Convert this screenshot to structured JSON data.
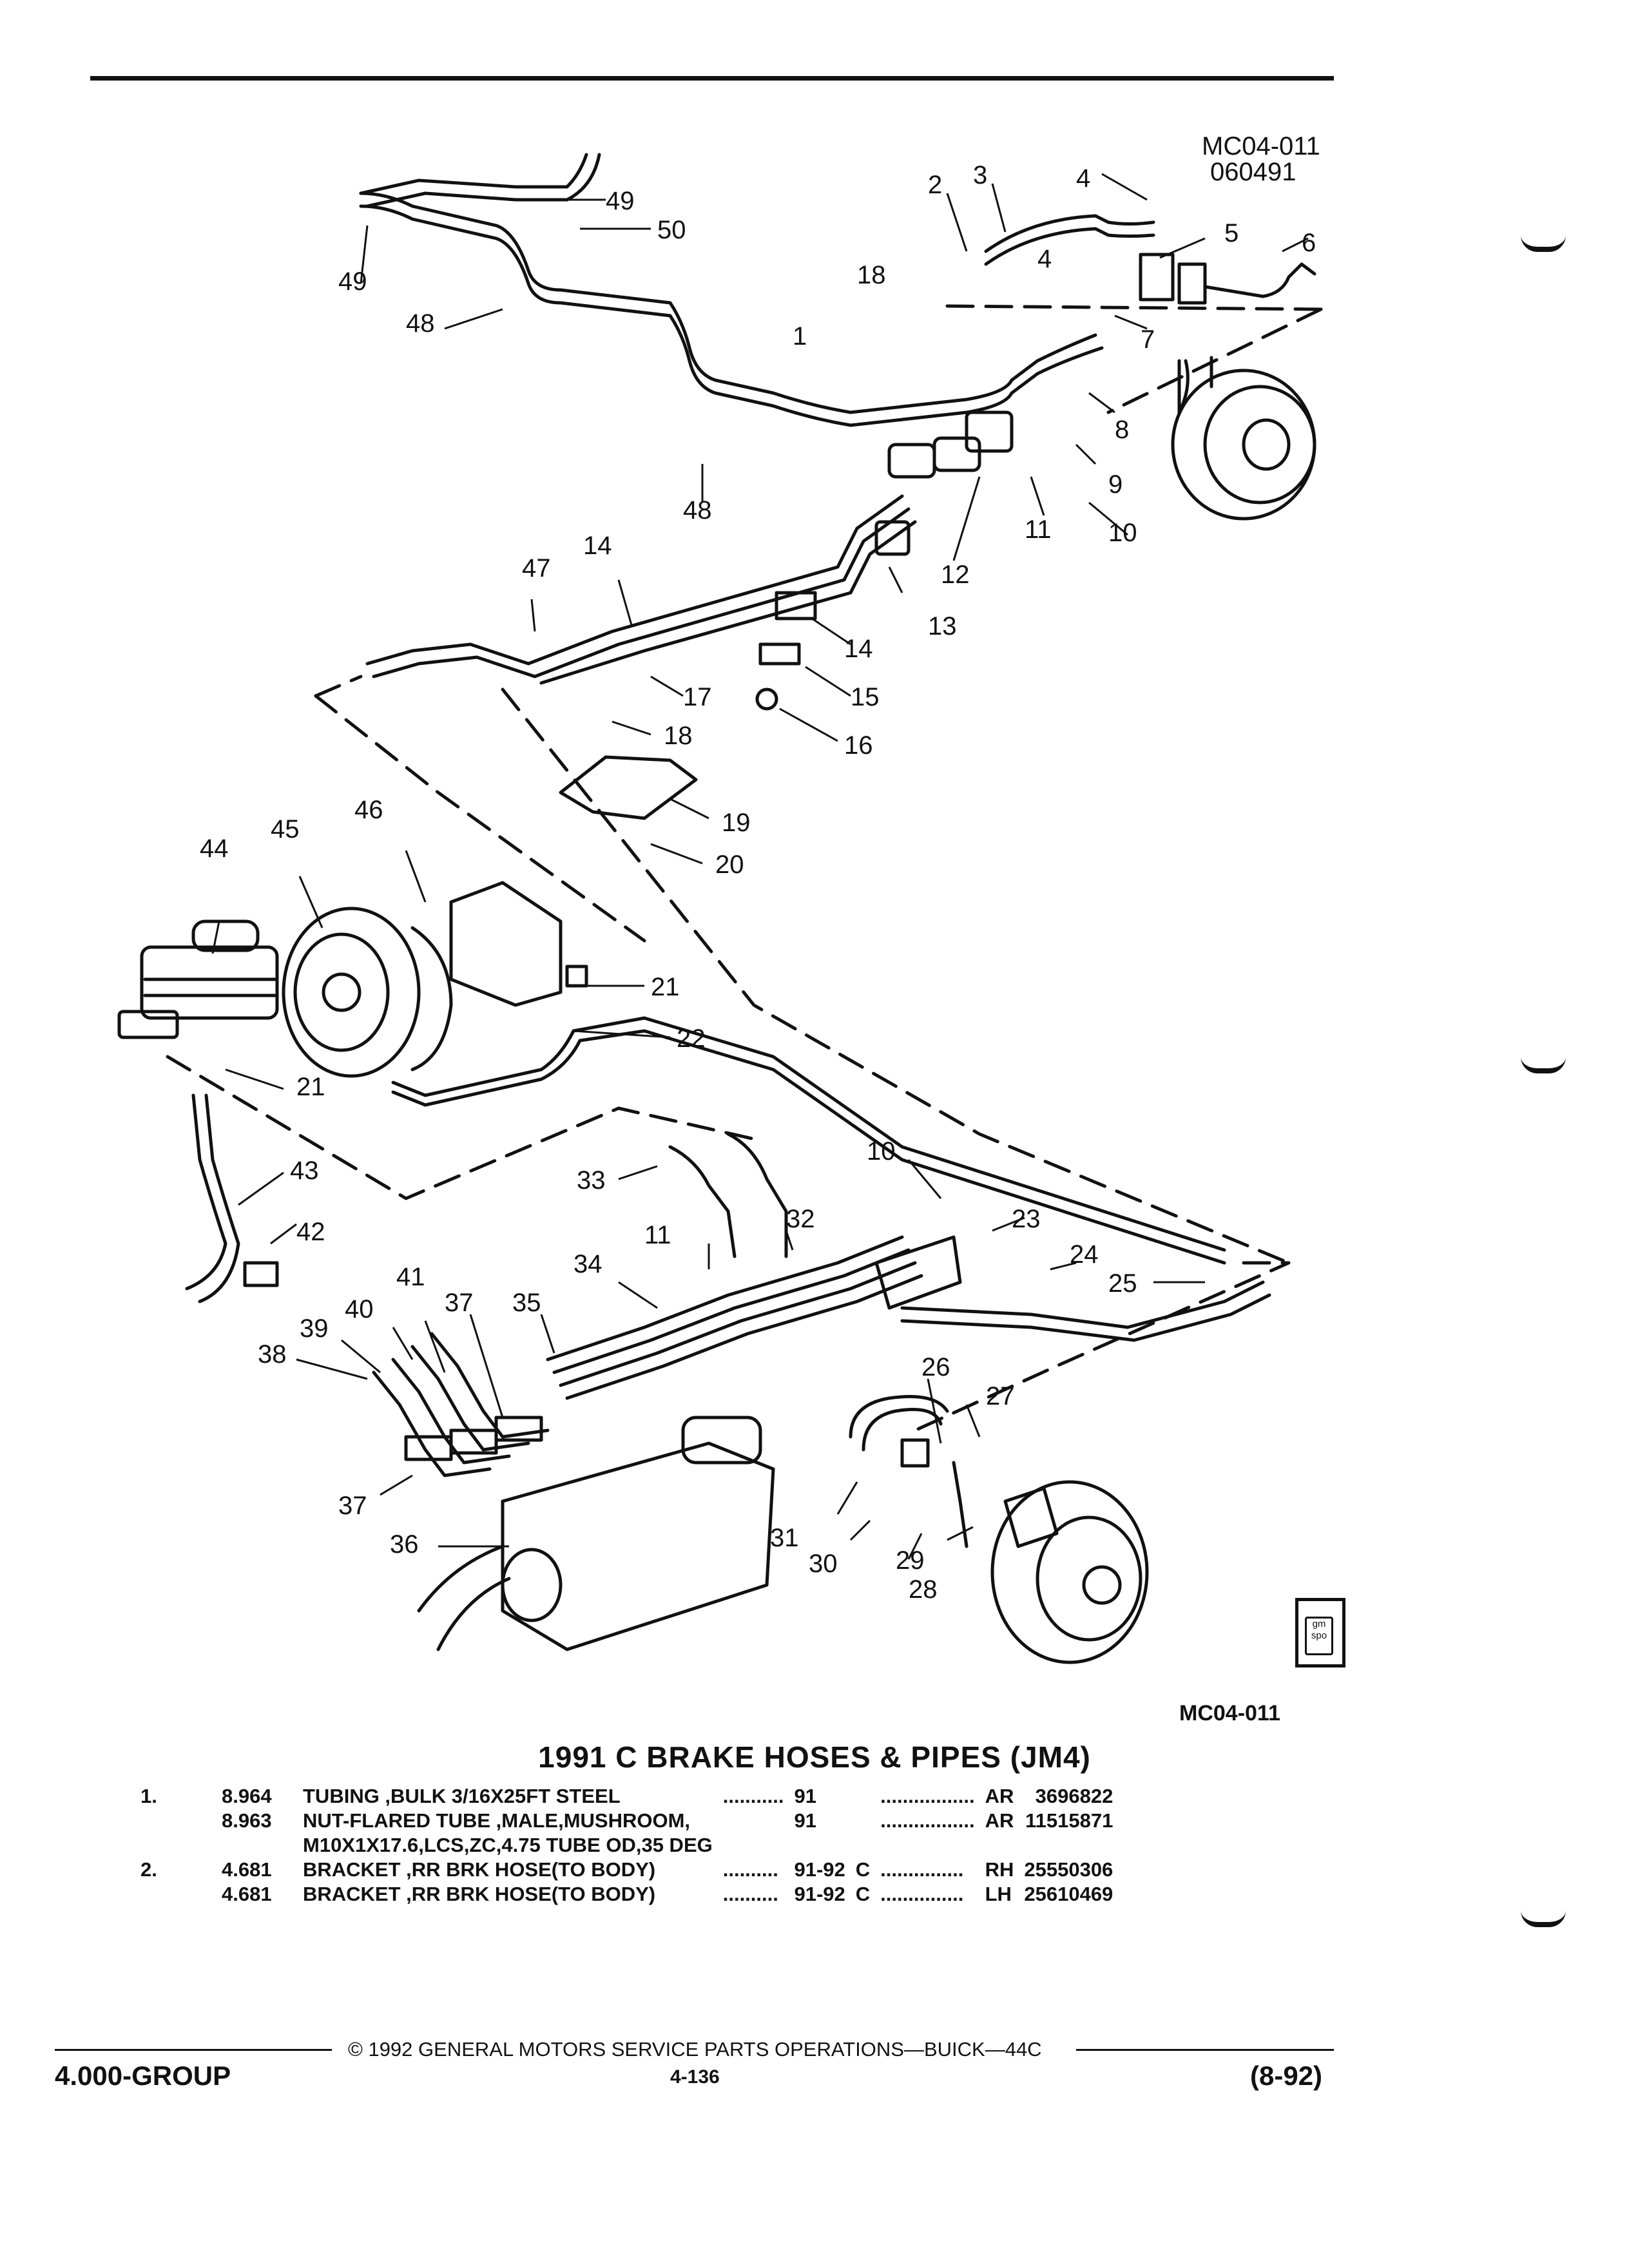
{
  "header": {
    "ref_code": "MC04-011",
    "ref_date": "060491"
  },
  "callouts": [
    "1",
    "2",
    "3",
    "4",
    "4",
    "5",
    "6",
    "7",
    "8",
    "9",
    "10",
    "11",
    "12",
    "13",
    "14",
    "14",
    "15",
    "16",
    "17",
    "18",
    "18",
    "19",
    "20",
    "21",
    "21",
    "22",
    "23",
    "24",
    "25",
    "26",
    "27",
    "28",
    "29",
    "30",
    "31",
    "32",
    "33",
    "34",
    "35",
    "36",
    "37",
    "37",
    "38",
    "39",
    "40",
    "41",
    "42",
    "43",
    "44",
    "45",
    "46",
    "47",
    "48",
    "48",
    "49",
    "49",
    "50",
    "10",
    "11"
  ],
  "figure_ref": "MC04-011",
  "logo_text": [
    "gm",
    "spo"
  ],
  "section_title": "1991 C BRAKE HOSES & PIPES (JM4)",
  "parts": [
    {
      "item": "1.",
      "ref": "8.964",
      "desc": "TUBING ,BULK 3/16X25FT STEEL",
      "dots": "...........",
      "years": "91",
      "code": "",
      "dots2": ".................",
      "side": "AR",
      "part_no": "3696822"
    },
    {
      "item": "",
      "ref": "8.963",
      "desc": "NUT-FLARED TUBE ,MALE,MUSHROOM,",
      "dots": "",
      "years": "91",
      "code": "",
      "dots2": ".................",
      "side": "AR",
      "part_no": "11515871"
    },
    {
      "item": "",
      "ref": "",
      "desc": "M10X1X17.6,LCS,ZC,4.75 TUBE OD,35 DEG",
      "dots": "",
      "years": "",
      "code": "",
      "dots2": "",
      "side": "",
      "part_no": ""
    },
    {
      "item": "2.",
      "ref": "4.681",
      "desc": "BRACKET ,RR BRK HOSE(TO BODY)",
      "dots": "..........",
      "years": "91-92",
      "code": "C",
      "dots2": "...............",
      "side": "RH",
      "part_no": "25550306"
    },
    {
      "item": "",
      "ref": "4.681",
      "desc": "BRACKET ,RR BRK HOSE(TO BODY)",
      "dots": "..........",
      "years": "91-92",
      "code": "C",
      "dots2": "...............",
      "side": "LH",
      "part_no": "25610469"
    }
  ],
  "footer": {
    "copyright": "© 1992 GENERAL MOTORS SERVICE PARTS OPERATIONS—BUICK—44C",
    "group": "4.000-GROUP",
    "page": "4-136",
    "date": "(8-92)"
  }
}
